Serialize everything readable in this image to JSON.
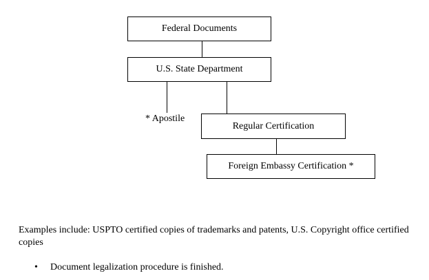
{
  "diagram": {
    "nodes": {
      "federal": "Federal Documents",
      "state_dept": "U.S. State Department",
      "regular_cert": "Regular Certification",
      "embassy_cert": "Foreign Embassy Certification *"
    },
    "apostile_label": "* Apostile",
    "edges": [
      [
        "federal",
        "state_dept"
      ],
      [
        "state_dept",
        "apostile_label"
      ],
      [
        "state_dept",
        "regular_cert"
      ],
      [
        "regular_cert",
        "embassy_cert"
      ]
    ]
  },
  "notes": {
    "examples": "Examples include: USPTO certified copies of trademarks and patents, U.S. Copyright office certified copies",
    "bullet_marker": "•",
    "bullet": "Document legalization procedure is finished."
  }
}
